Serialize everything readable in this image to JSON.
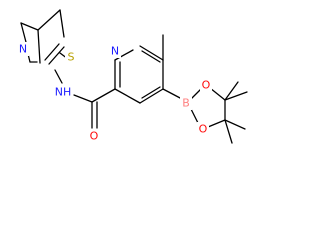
{
  "molecule": {
    "atoms": [
      {
        "id": "S1",
        "label": "S",
        "color": "#b8a000"
      },
      {
        "id": "N1",
        "label": "N",
        "color": "#1c1cff"
      },
      {
        "id": "NH",
        "label": "NH",
        "color": "#1c1cff"
      },
      {
        "id": "N2",
        "label": "N",
        "color": "#1c1cff"
      },
      {
        "id": "O1",
        "label": "O",
        "color": "#ff0d0d"
      },
      {
        "id": "B1",
        "label": "B",
        "color": "#ff8080"
      },
      {
        "id": "O2",
        "label": "O",
        "color": "#ff0d0d"
      },
      {
        "id": "O3",
        "label": "O",
        "color": "#ff0d0d"
      }
    ]
  }
}
